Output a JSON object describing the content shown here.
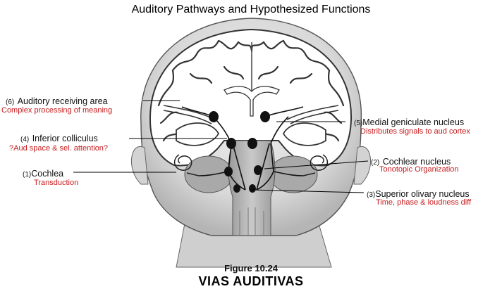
{
  "title": "Auditory Pathways and Hypothesized Functions",
  "figure_label": "Figure 10.24",
  "caption": "VIAS AUDITIVAS",
  "labels": [
    {
      "id": "6",
      "number": "(6)",
      "name": "Auditory receiving area",
      "function": "Complex processing of meaning"
    },
    {
      "id": "5",
      "number": "(5)",
      "name": "Medial geniculate nucleus",
      "function": "Distributes signals to aud cortex"
    },
    {
      "id": "4",
      "number": "(4)",
      "name": "Inferior colliculus",
      "function": "?Aud space & sel. attention?"
    },
    {
      "id": "2",
      "number": "(2)",
      "name": "Cochlear nucleus",
      "function": "Tonotopic Organization"
    },
    {
      "id": "1",
      "number": "(1)",
      "name": "Cochlea",
      "function": "Transduction"
    },
    {
      "id": "3",
      "number": "(3)",
      "name": "Superior olivary nucleus",
      "function": "Time, phase & loudness diff"
    }
  ],
  "colors": {
    "function_text": "#c8191b",
    "label_text": "#111111"
  }
}
